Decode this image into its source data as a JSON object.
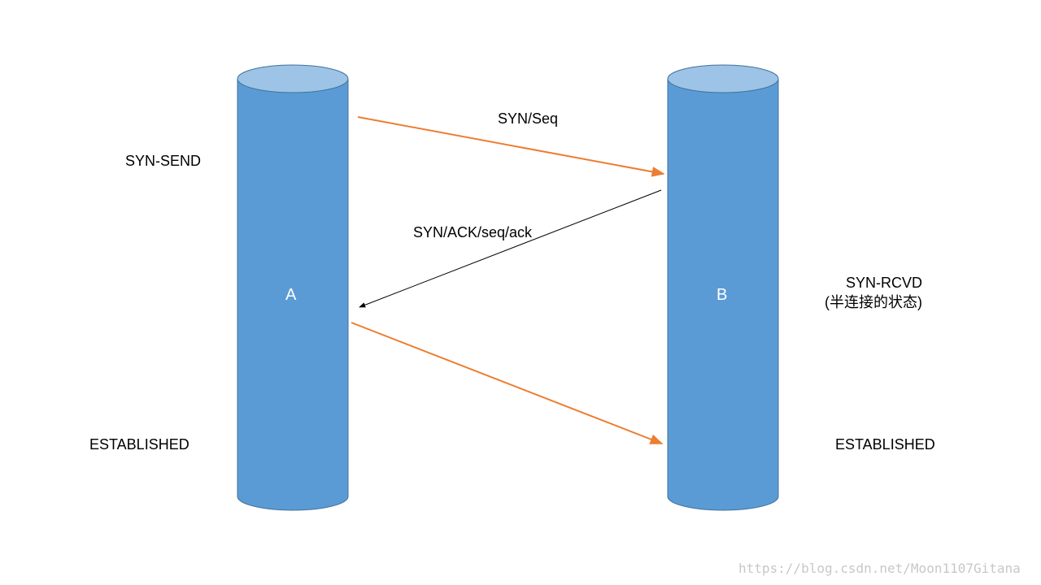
{
  "nodes": {
    "a": {
      "label": "A"
    },
    "b": {
      "label": "B"
    }
  },
  "messages": {
    "syn": {
      "label": "SYN/Seq"
    },
    "syn_ack": {
      "label": "SYN/ACK/seq/ack"
    }
  },
  "states": {
    "a_syn_send": "SYN-SEND",
    "a_established": "ESTABLISHED",
    "b_syn_rcvd": "SYN-RCVD",
    "b_syn_rcvd_note": "(半连接的状态)",
    "b_established": "ESTABLISHED"
  },
  "watermark": "https://blog.csdn.net/Moon1107Gitana",
  "colors": {
    "cylinder_body": "#5b9bd5",
    "cylinder_top": "#9dc3e6",
    "cylinder_stroke": "#41719c",
    "arrow_orange": "#ed7d31",
    "arrow_black": "#000000"
  }
}
